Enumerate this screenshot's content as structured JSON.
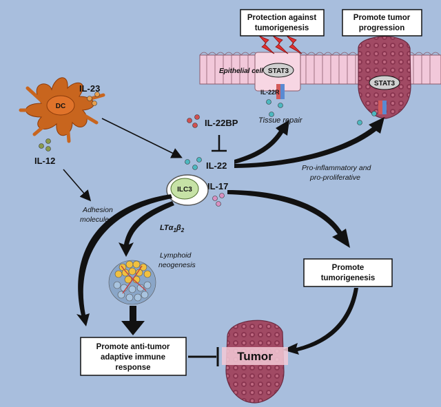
{
  "boxes": {
    "protection": [
      "Protection against",
      "tumorigenesis"
    ],
    "progression": [
      "Promote tumor",
      "progression"
    ],
    "tumorigenesis": [
      "Promote",
      "tumorigenesis"
    ],
    "antitumor": [
      "Promote anti-tumor",
      "adaptive immune",
      "response"
    ]
  },
  "cells": {
    "dc": "DC",
    "ilc3": "ILC3",
    "epithelial": "Epithelial cell",
    "stat3_left": "STAT3",
    "stat3_right": "STAT3",
    "tumor": "Tumor"
  },
  "cytokines": {
    "il23": "IL-23",
    "il12": "IL-12",
    "il22bp": "IL-22BP",
    "il22": "IL-22",
    "il17": "IL-17",
    "il22r": "IL-22R",
    "lt_main": "LTα",
    "lt_sub1": "1",
    "lt_mid": "β",
    "lt_sub2": "2"
  },
  "labels": {
    "tissue_repair": "Tissue repair",
    "proinflam_1": "Pro-inflammatory and",
    "proinflam_2": "pro-proliferative",
    "adhesion_1": "Adhesion",
    "adhesion_2": "molecules",
    "lymphoid_1": "Lymphoid",
    "lymphoid_2": "neogenesis"
  },
  "colors": {
    "background": "#a8bedd",
    "dc": "#c8651e",
    "ilc3": "#c6e2a6",
    "epithelium": "#f2c8da",
    "tumor": "#a14a64",
    "lightning": "#e03030",
    "cytokine_teal": "#4db8c0",
    "cytokine_red": "#d05050",
    "cytokine_orange": "#e6a050",
    "cytokine_green": "#8a9a4a",
    "cytokine_pink": "#d890c0"
  }
}
